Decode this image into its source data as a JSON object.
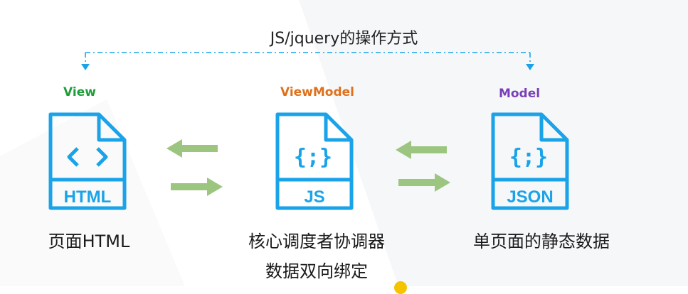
{
  "title": "JS/jquery的操作方式",
  "columns": {
    "view": {
      "label": "View",
      "color": "#1f9d3a",
      "icon_text": "HTML",
      "icon_glyph": "< >",
      "caption": "页面HTML"
    },
    "viewmodel": {
      "label": "ViewModel",
      "color": "#e0701b",
      "icon_text": "JS",
      "icon_glyph": "{;}",
      "caption_line1": "核心调度者协调器",
      "caption_line2": "数据双向绑定"
    },
    "model": {
      "label": "Model",
      "color": "#7a3fb8",
      "icon_text": "JSON",
      "icon_glyph": "{;}",
      "caption": "单页面的静态数据"
    }
  },
  "colors": {
    "icon": "#1aa3e8",
    "arrow": "#9cc67f",
    "dash": "#1aa3e8"
  }
}
